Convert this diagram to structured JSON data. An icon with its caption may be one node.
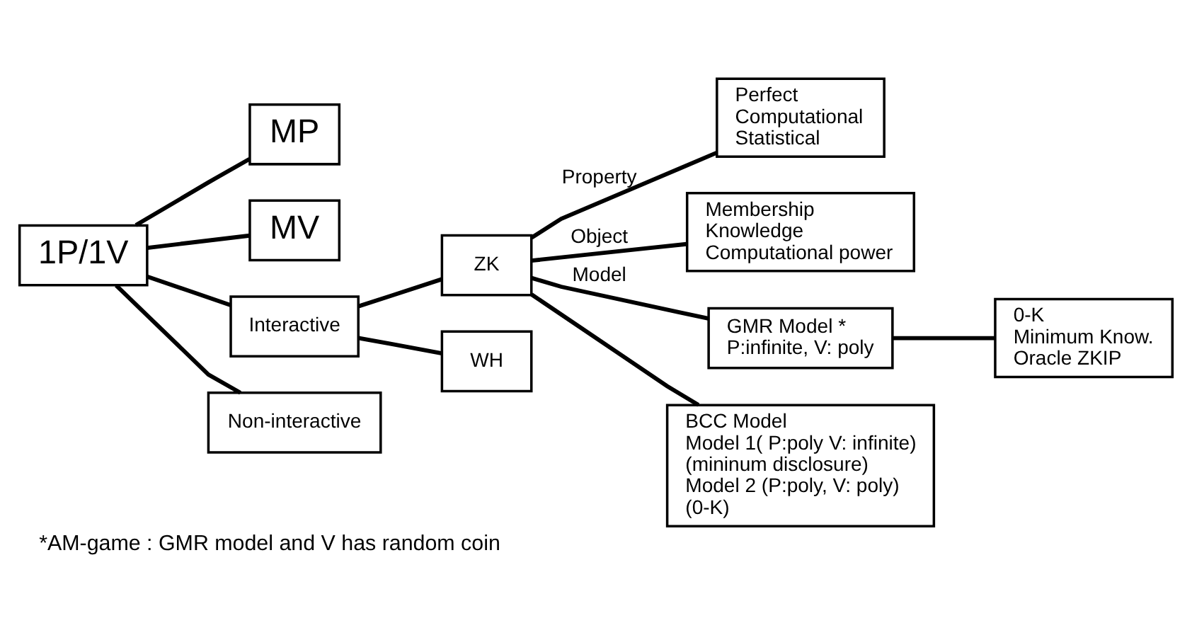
{
  "diagram": {
    "caption": "*AM-game : GMR model and V has random coin",
    "nodes": [
      {
        "text": [
          "1P/1V"
        ]
      },
      {
        "text": [
          "MP"
        ]
      },
      {
        "text": [
          "MV"
        ]
      },
      {
        "text": [
          "Interactive"
        ]
      },
      {
        "text": [
          "Non-interactive"
        ]
      },
      {
        "text": [
          "ZK"
        ]
      },
      {
        "text": [
          "WH"
        ]
      },
      {
        "text": [
          "Perfect",
          "Computational",
          "Statistical"
        ]
      },
      {
        "text": [
          "Membership",
          "Knowledge",
          "Computational power"
        ]
      },
      {
        "text": [
          "GMR Model *",
          "P:infinite, V: poly"
        ]
      },
      {
        "text": [
          "0-K",
          "Minimum Know.",
          "Oracle ZKIP"
        ]
      },
      {
        "text": [
          "BCC Model",
          "Model 1( P:poly V: infinite)",
          "(mininum disclosure)",
          "Model 2 (P:poly, V: poly)",
          "(0-K)"
        ]
      }
    ],
    "edges": [
      {
        "from": 0,
        "to": 1,
        "arrow": "none"
      },
      {
        "from": 0,
        "to": 2,
        "arrow": "none"
      },
      {
        "from": 0,
        "to": 3,
        "arrow": "none"
      },
      {
        "from": 0,
        "to": 4,
        "arrow": "none"
      },
      {
        "from": 3,
        "to": 5,
        "arrow": "none"
      },
      {
        "from": 3,
        "to": 6,
        "arrow": "none"
      },
      {
        "from": 5,
        "to": 7,
        "arrow": "none",
        "label": "Property"
      },
      {
        "from": 5,
        "to": 8,
        "arrow": "none",
        "label": "Object"
      },
      {
        "from": 5,
        "to": 9,
        "arrow": "none",
        "label": "Model"
      },
      {
        "from": 5,
        "to": 11,
        "arrow": "none"
      },
      {
        "from": 9,
        "to": 10,
        "arrow": "none"
      }
    ]
  }
}
